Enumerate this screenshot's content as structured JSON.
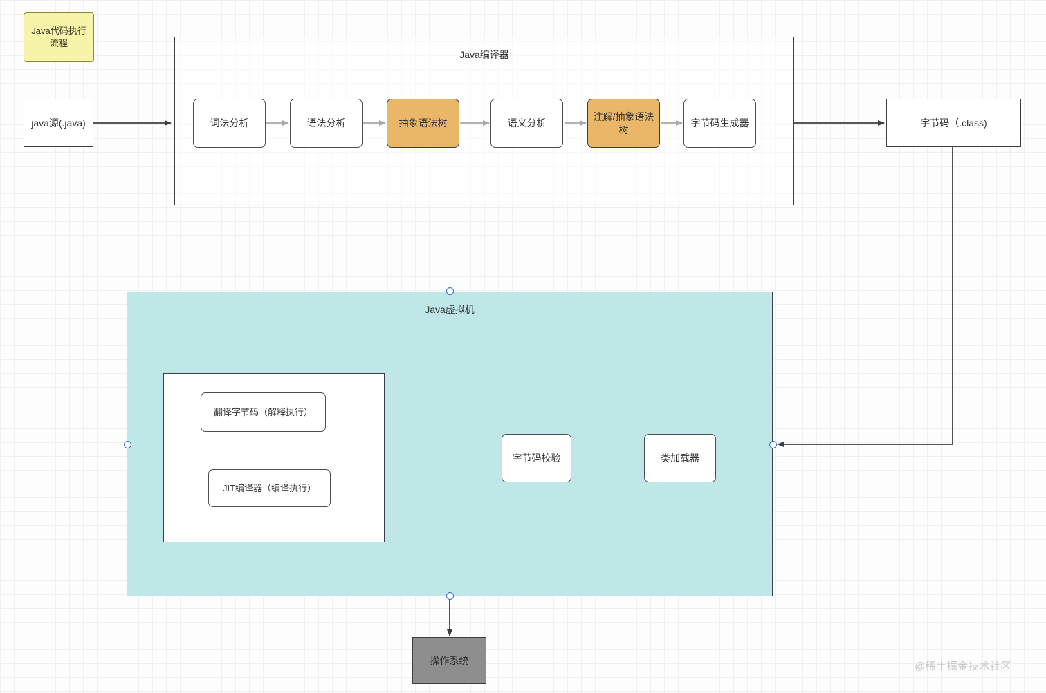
{
  "diagram": {
    "note": {
      "label": "Java代码执行流程"
    },
    "source_node": {
      "label": "java源(.java)"
    },
    "compiler": {
      "title": "Java编译器",
      "stages": [
        {
          "label": "词法分析",
          "style": "plain"
        },
        {
          "label": "语法分析",
          "style": "plain"
        },
        {
          "label": "抽象语法树",
          "style": "highlight"
        },
        {
          "label": "语义分析",
          "style": "plain"
        },
        {
          "label": "注解/抽象语法树",
          "style": "highlight"
        },
        {
          "label": "字节码生成器",
          "style": "plain"
        }
      ]
    },
    "bytecode_node": {
      "label": "字节码（.class)"
    },
    "jvm": {
      "title": "Java虚拟机",
      "execution_engine": {
        "items": [
          {
            "label": "翻译字节码（解释执行）"
          },
          {
            "label": "JIT编译器（编译执行）"
          }
        ]
      },
      "verifier": {
        "label": "字节码校验"
      },
      "class_loader": {
        "label": "类加载器"
      }
    },
    "os_node": {
      "label": "操作系统"
    },
    "watermark": {
      "text": "@稀土掘金技术社区"
    },
    "colors": {
      "highlight": "#e9b767",
      "note": "#f7f3a8",
      "jvm_fill": "#bfe7e8",
      "os_fill": "#8e8e8e",
      "stroke": "#3b3f45",
      "handle": "#2a6ed6"
    }
  }
}
